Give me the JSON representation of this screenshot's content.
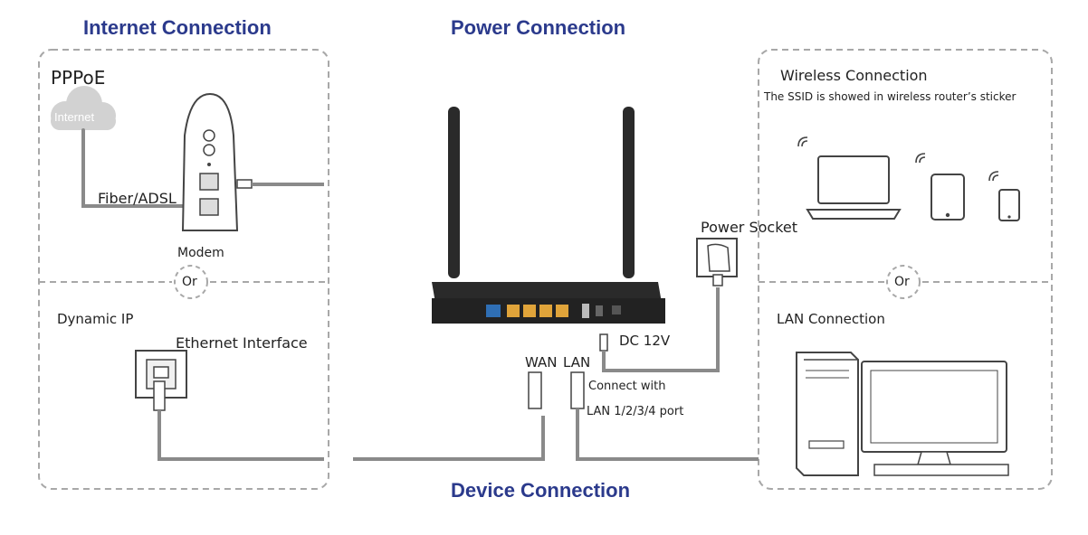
{
  "headings": {
    "internet": "Internet Connection",
    "power": "Power Connection",
    "device": "Device Connection"
  },
  "internet": {
    "pppoe": "PPPoE",
    "cloud": "Internet",
    "fiber": "Fiber/ADSL",
    "modem": "Modem",
    "or": "Or",
    "dynamic_ip": "Dynamic IP",
    "ethernet_interface": "Ethernet Interface"
  },
  "power": {
    "socket": "Power Socket",
    "dc": "DC 12V"
  },
  "device": {
    "wan": "WAN",
    "lan": "LAN",
    "connect_with": "Connect with",
    "lan_ports": "LAN 1/2/3/4 port"
  },
  "client": {
    "wireless": "Wireless Connection",
    "ssid_note": "The SSID is showed in wireless router’s sticker",
    "or": "Or",
    "lan_connection": "LAN Connection"
  },
  "colors": {
    "heading": "#2b3a8c",
    "dashed_border": "#a8a8a8",
    "cable": "#8a8a8a",
    "router_body": "#2a2a2a",
    "lan_port": "#e0a43a",
    "wan_port": "#2f6fb5"
  }
}
